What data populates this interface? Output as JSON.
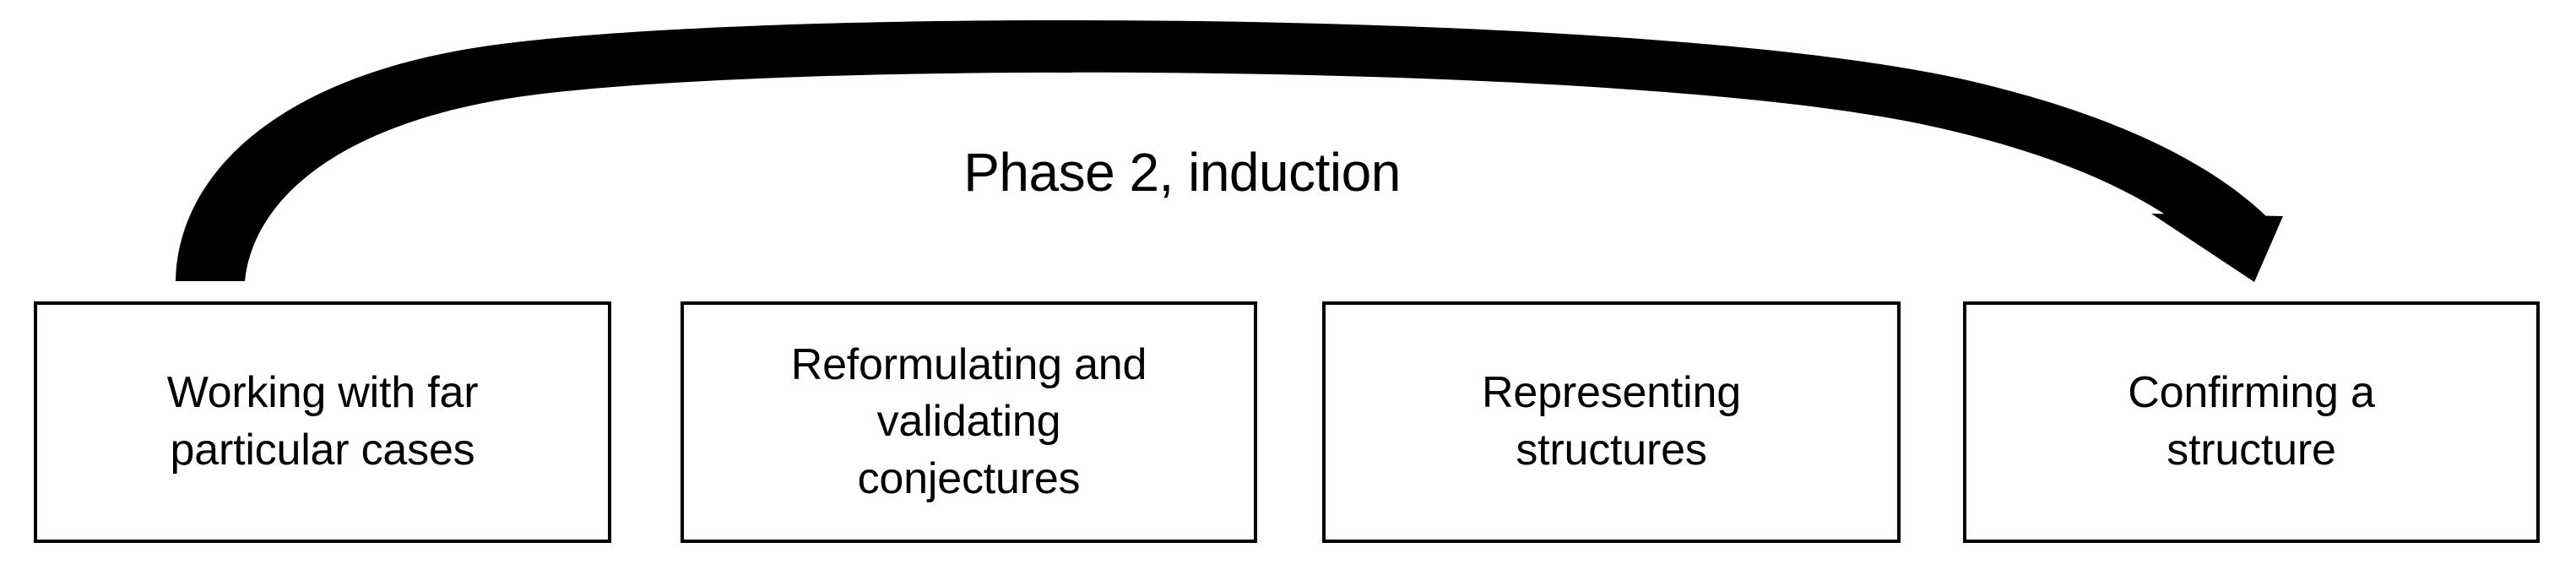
{
  "diagram": {
    "title": "Phase 2, induction",
    "background_color": "#ffffff",
    "line_color": "#000000",
    "text_color": "#000000",
    "arrow": {
      "name": "induction-arrow",
      "direction": "left-to-right",
      "style": "curved-tapered-arc-with-solid-arrowhead",
      "from_stage": "Working with far particular cases",
      "to_stage": "Confirming a structure"
    },
    "stages": [
      {
        "index": 1,
        "label": "Working with far particular cases",
        "lines": [
          "Working with far",
          "particular cases"
        ]
      },
      {
        "index": 2,
        "label": "Reformulating and validating conjectures",
        "lines": [
          "Reformulating and",
          "validating",
          "conjectures"
        ]
      },
      {
        "index": 3,
        "label": "Representing structures",
        "lines": [
          "Representing",
          "structures"
        ]
      },
      {
        "index": 4,
        "label": "Confirming a structure",
        "lines": [
          "Confirming a",
          "structure"
        ]
      }
    ]
  }
}
